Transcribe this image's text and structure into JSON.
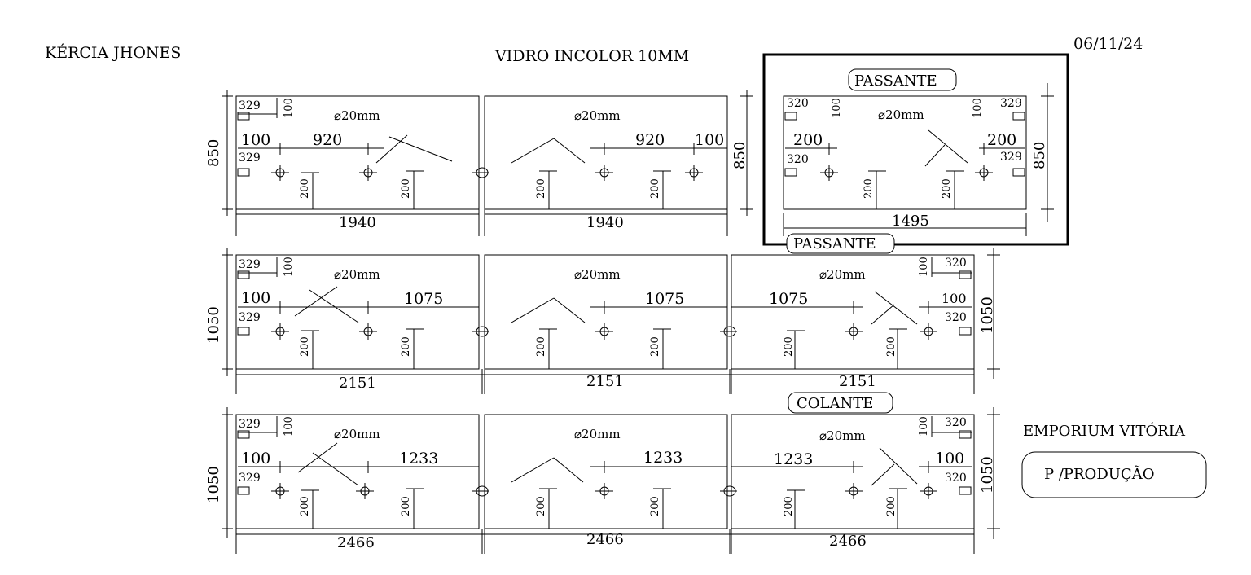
{
  "header": {
    "client": "KÉRCIA JHONES",
    "title": "VIDRO INCOLOR 10MM",
    "date": "06/11/24"
  },
  "hole": "⌀20mm",
  "tags": {
    "passante": "PASSANTE",
    "colante": "COLANTE"
  },
  "footer": {
    "company": "EMPORIUM VITÓRIA",
    "stamp": "P /PRODUÇÃO"
  },
  "small": {
    "329": "329",
    "320": "320",
    "100": "100",
    "200": "200"
  },
  "rows": [
    {
      "height": "850",
      "widths": [
        "1940",
        "1940",
        "1495"
      ],
      "offsets": [
        "920",
        "920"
      ],
      "edge": [
        "100",
        "100",
        "200",
        "200"
      ]
    },
    {
      "height": "1050",
      "widths": [
        "2151",
        "2151",
        "2151"
      ],
      "offsets": [
        "1075",
        "1075",
        "1075"
      ],
      "edge": [
        "100",
        "100"
      ]
    },
    {
      "height": "1050",
      "widths": [
        "2466",
        "2466",
        "2466"
      ],
      "offsets": [
        "1233",
        "1233",
        "1233"
      ],
      "edge": [
        "100",
        "100"
      ]
    }
  ]
}
